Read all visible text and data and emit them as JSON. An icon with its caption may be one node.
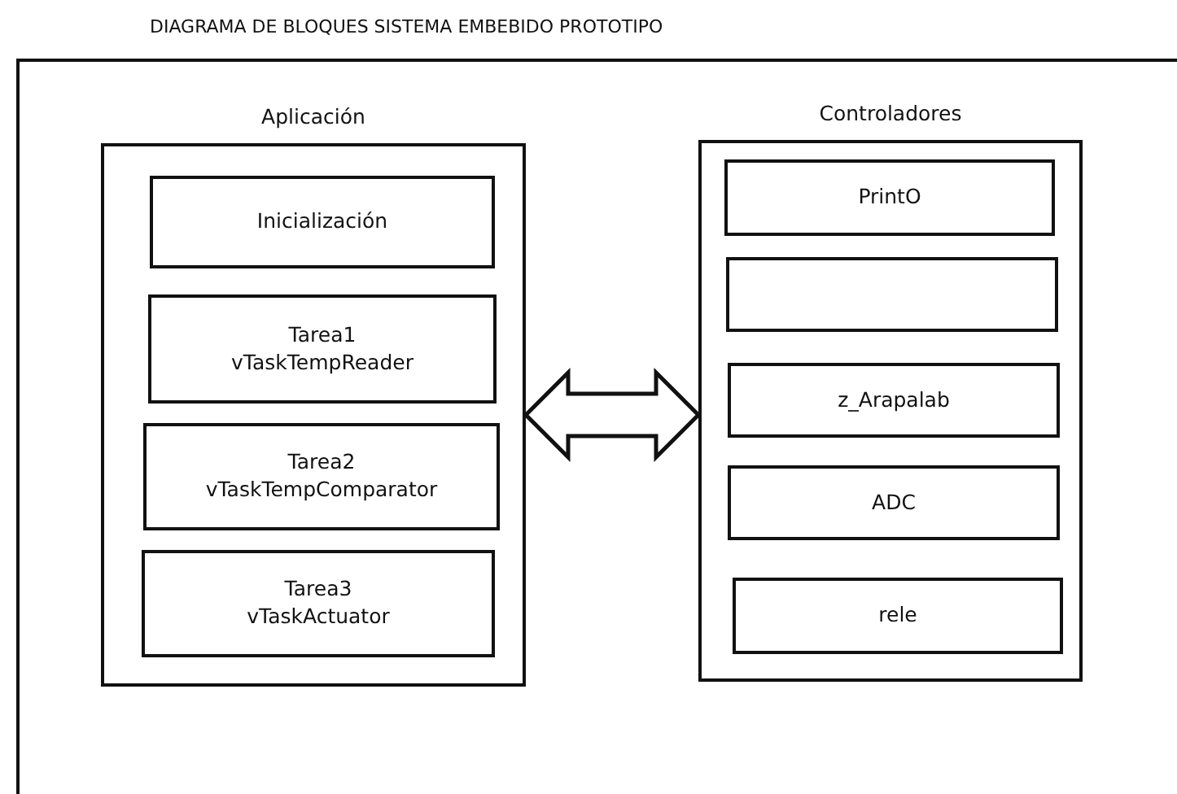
{
  "diagram": {
    "title": "DIAGRAMA DE BLOQUES SISTEMA EMBEBIDO PROTOTIPO",
    "nodes": [
      {
        "text": [],
        "shape": "box"
      },
      {
        "text": [
          "Aplicación"
        ],
        "in": 0
      },
      {
        "text": [
          "Inicialización"
        ],
        "in": 1
      },
      {
        "text": [
          "Tarea1 vTaskTempReader"
        ],
        "in": 1
      },
      {
        "text": [
          "Tarea2 vTaskTempComparator"
        ],
        "in": 1
      },
      {
        "text": [
          "Tarea3 vTaskActuator"
        ],
        "in": 1
      },
      {
        "text": [
          "Controladores"
        ],
        "in": 0
      },
      {
        "text": [
          "PrintO"
        ],
        "in": 6
      },
      {
        "text": [],
        "shape": "box",
        "in": 6
      },
      {
        "text": [
          "z_Arapalab"
        ],
        "in": 6
      },
      {
        "text": [
          "ADC"
        ],
        "in": 6
      },
      {
        "text": [
          "rele"
        ],
        "in": 6
      }
    ],
    "edges": [
      {
        "from": 1,
        "to": 6,
        "arrow": "both",
        "style": "thick"
      }
    ]
  }
}
